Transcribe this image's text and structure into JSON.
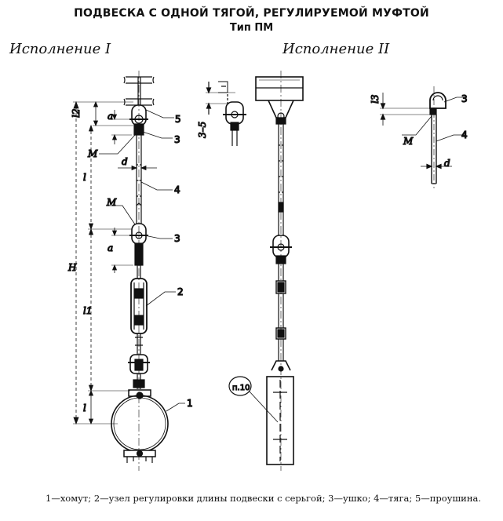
{
  "title": "ПОДВЕСКА С ОДНОЙ ТЯГОЙ, РЕГУЛИРУЕМОЙ МУФТОЙ",
  "subtitle": "Тип ПМ",
  "version_1": "Исполнение I",
  "version_2": "Исполнение II",
  "labels": {
    "l2": "l2",
    "a": "a",
    "M": "M",
    "d": "d",
    "l": "l",
    "H": "H",
    "l1": "l1",
    "l3": "l3",
    "range": "3–5",
    "ref": "п.10"
  },
  "parts": {
    "p1": "1",
    "p2": "2",
    "p3": "3",
    "p4": "4",
    "p5": "5"
  },
  "legend": "1—хомут; 2—узел регулировки длины подвески с серьгой; 3—ушко; 4—тяга; 5—проушина."
}
